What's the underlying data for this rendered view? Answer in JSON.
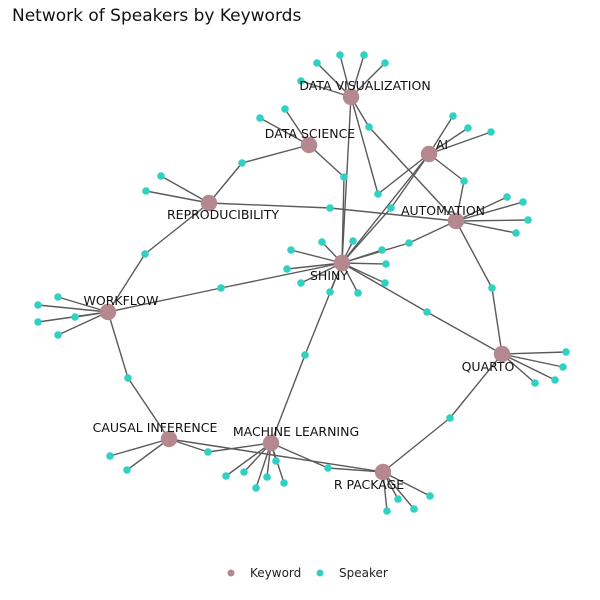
{
  "title": "Network of Speakers by Keywords",
  "legend": {
    "keyword_label": "Keyword",
    "speaker_label": "Speaker"
  },
  "colors": {
    "keyword": "#b5878f",
    "speaker": "#2fd1c4",
    "edge": "#5a5a5a"
  },
  "keywords": [
    {
      "id": "dataviz",
      "label": "DATA VISUALIZATION"
    },
    {
      "id": "ai",
      "label": "AI"
    },
    {
      "id": "datasci",
      "label": "DATA SCIENCE"
    },
    {
      "id": "repro",
      "label": "REPRODUCIBILITY"
    },
    {
      "id": "automation",
      "label": "AUTOMATION"
    },
    {
      "id": "shiny",
      "label": "SHINY"
    },
    {
      "id": "workflow",
      "label": "WORKFLOW"
    },
    {
      "id": "quarto",
      "label": "QUARTO"
    },
    {
      "id": "causal",
      "label": "CAUSAL INFERENCE"
    },
    {
      "id": "ml",
      "label": "MACHINE LEARNING"
    },
    {
      "id": "rpackage",
      "label": "R PACKAGE"
    }
  ]
}
